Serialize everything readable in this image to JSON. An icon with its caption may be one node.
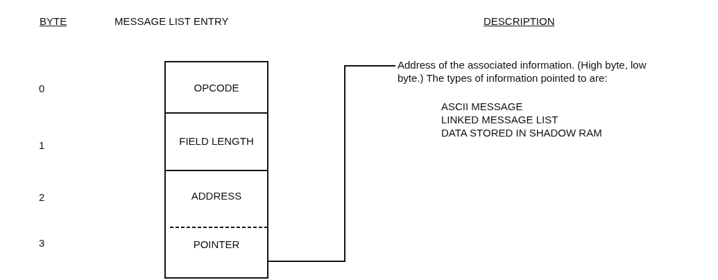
{
  "diagram": {
    "nodes": [
      {
        "text": [
          "OPCODE"
        ]
      },
      {
        "text": [
          "FIELD LENGTH"
        ]
      },
      {
        "text": [
          "ADDRESS",
          "POINTER"
        ]
      },
      {
        "text": [
          "Address of the associated information. (High byte, low byte.) The types of information pointed to are:",
          "ASCII MESSAGE",
          "LINKED MESSAGE LIST",
          "DATA STORED IN SHADOW RAM"
        ]
      }
    ],
    "edges": [
      {
        "from": 3,
        "to": 2,
        "arrow": "none"
      }
    ],
    "labels": [
      "BYTE",
      "MESSAGE LIST ENTRY",
      "DESCRIPTION",
      "0",
      "1",
      "2",
      "3"
    ]
  }
}
